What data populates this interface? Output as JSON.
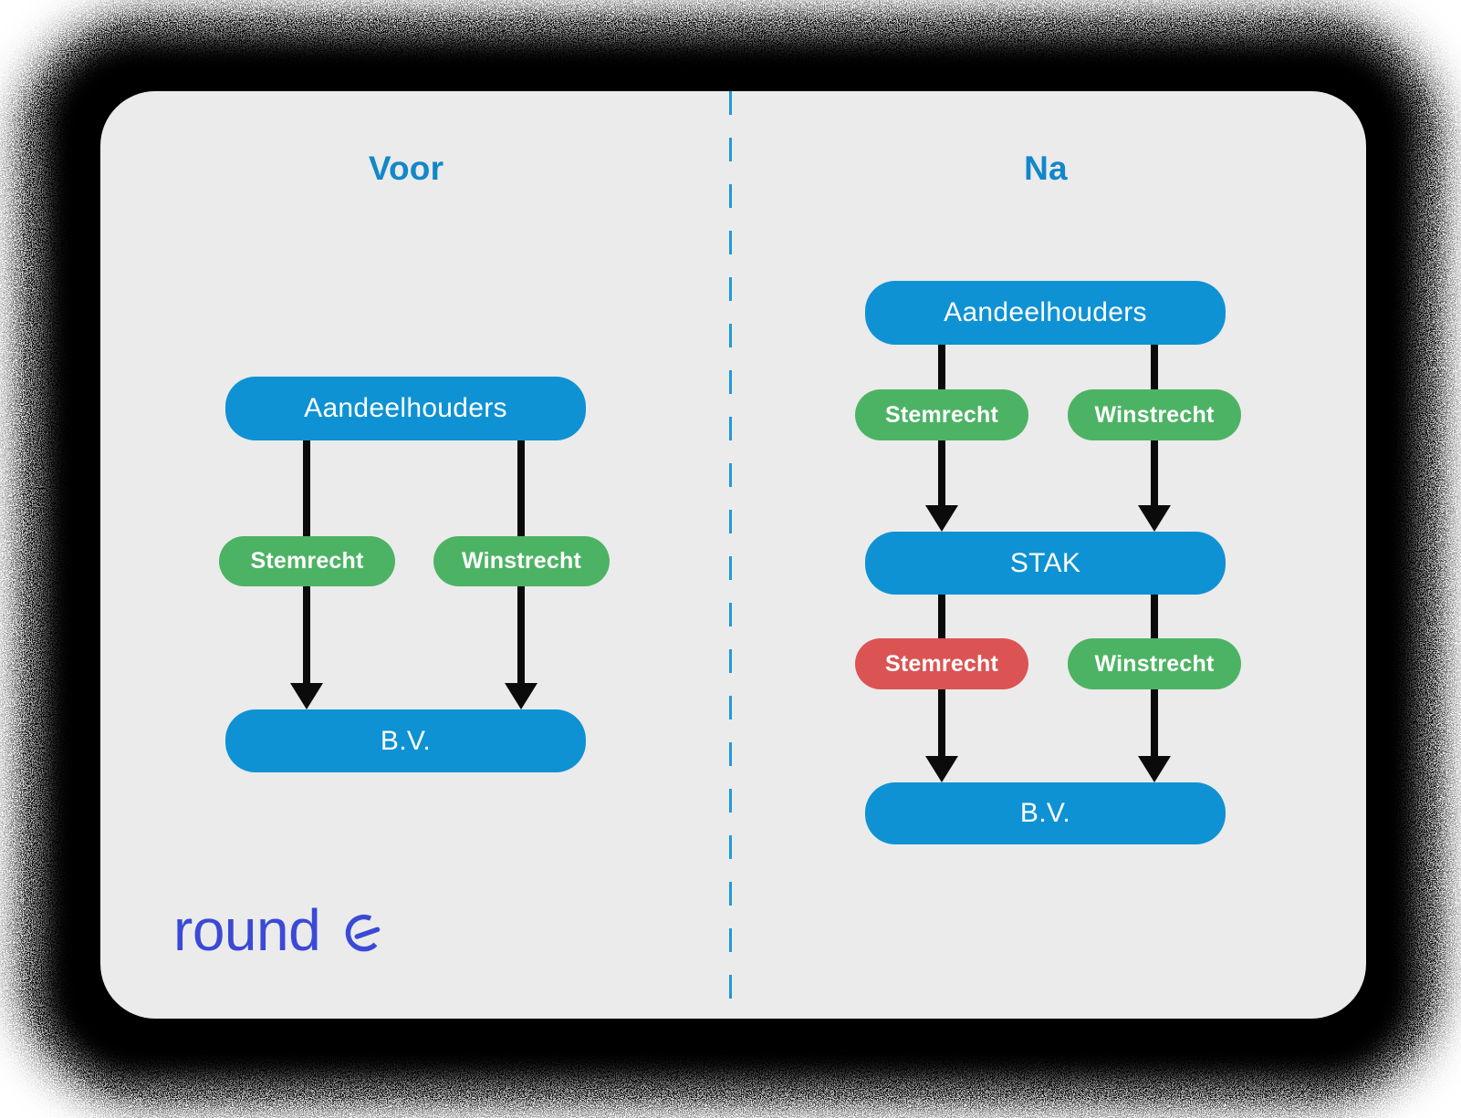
{
  "colors": {
    "card_bg": "#ebebeb",
    "node_blue": "#0e92d3",
    "heading_blue": "#1287c9",
    "pill_green": "#4db364",
    "pill_red": "#dc5353",
    "divider_blue": "#1e9bd9",
    "arrow_black": "#0b0b0b",
    "logo_blue": "#3b49d7",
    "frame_black": "#000000",
    "node_text": "#ffffff",
    "pill_text": "#ffffff"
  },
  "divider": {
    "style": "dashed-vertical-line",
    "color": "#1e9bd9"
  },
  "left": {
    "heading": "Voor",
    "top_node": "Aandeelhouders",
    "pills": [
      {
        "label": "Stemrecht",
        "color": "#4db364"
      },
      {
        "label": "Winstrecht",
        "color": "#4db364"
      }
    ],
    "bottom_node": "B.V."
  },
  "right": {
    "heading": "Na",
    "top_node": "Aandeelhouders",
    "pills_row1": [
      {
        "label": "Stemrecht",
        "color": "#4db364"
      },
      {
        "label": "Winstrecht",
        "color": "#4db364"
      }
    ],
    "middle_node": "STAK",
    "pills_row2": [
      {
        "label": "Stemrecht",
        "color": "#dc5353"
      },
      {
        "label": "Winstrecht",
        "color": "#4db364"
      }
    ],
    "bottom_node": "B.V."
  },
  "branding": {
    "logo_text": "round",
    "logo_mark": "round-e-mark"
  }
}
